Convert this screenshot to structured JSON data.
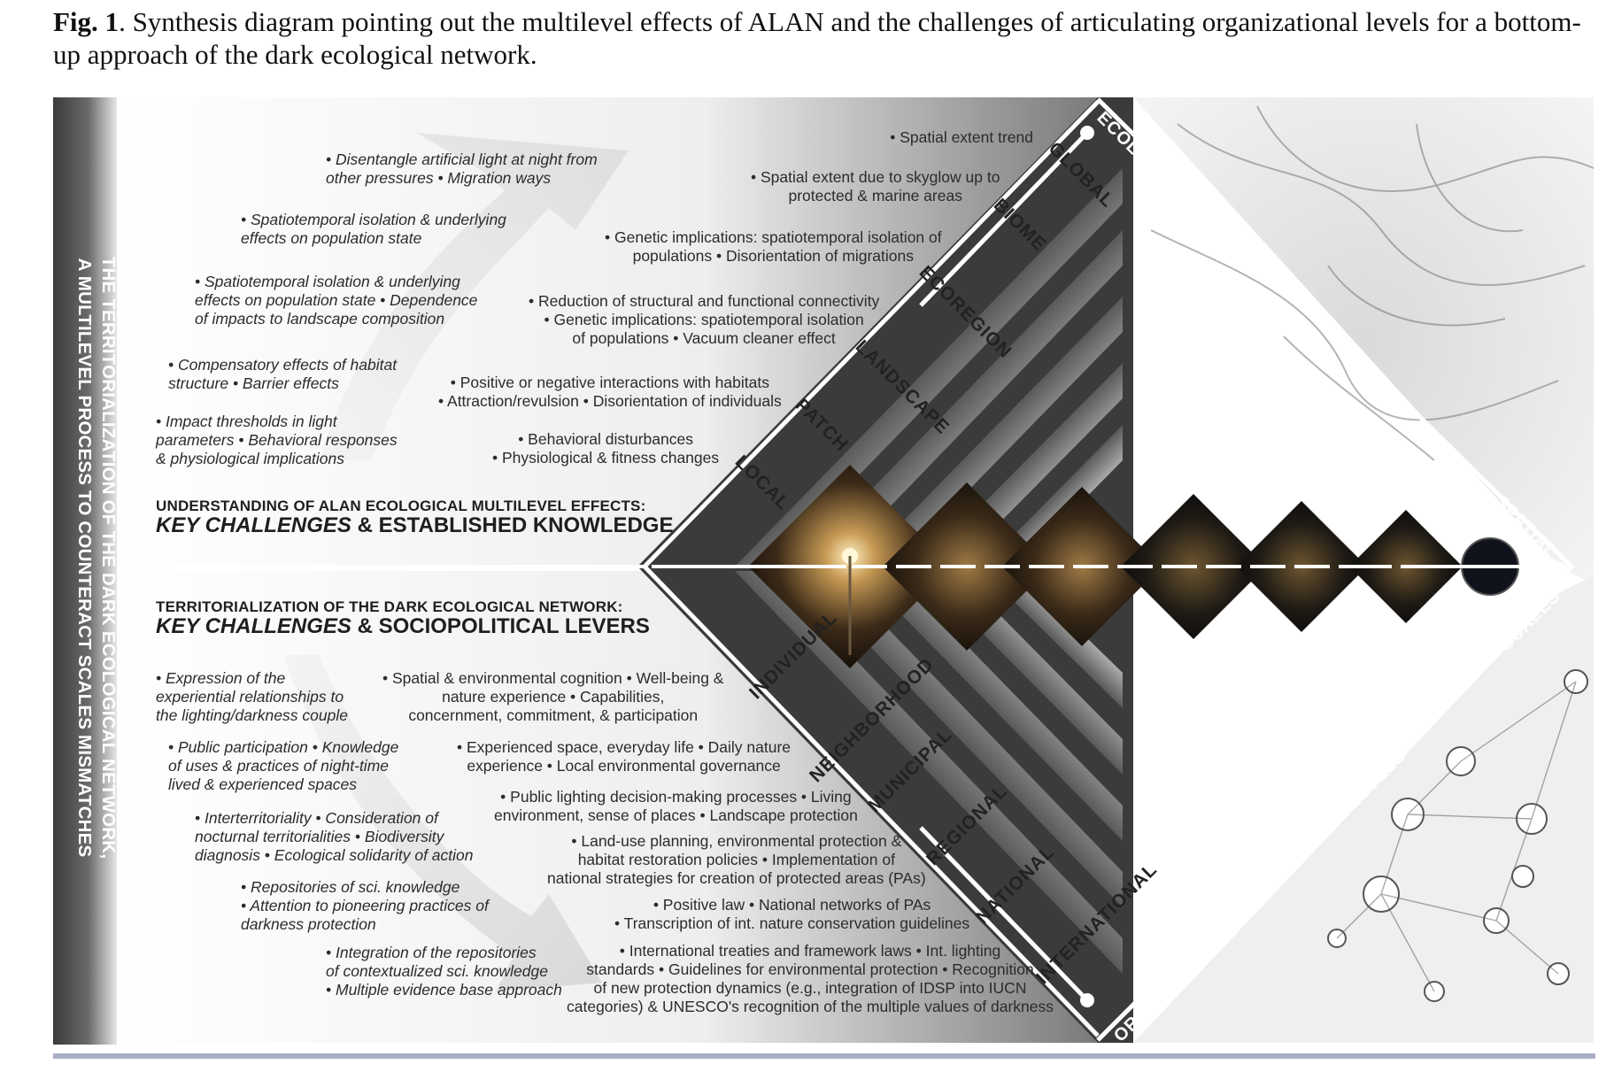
{
  "caption": {
    "label": "Fig. 1",
    "text": ". Synthesis diagram pointing out the multilevel effects of ALAN and the challenges of articulating organizational levels for a bottom-up approach of the dark ecological network."
  },
  "side_title": "THE TERRITORIALIZATION OF THE DARK ECOLOGICAL NETWORK, A MULTILEVEL PROCESS TO COUNTERACT SCALES MISMATCHES",
  "axes": {
    "ecological": "ECOLOGICAL LEVELS",
    "spatial_1": "SPATIAL",
    "spatial_2": "SCALES",
    "organizational": "ORGANIZATIONAL & TERRITORIAL LEVELS"
  },
  "ecological_levels": [
    "LOCAL",
    "PATCH",
    "LANDSCAPE",
    "ECOREGION",
    "BIOME",
    "GLOBAL"
  ],
  "territorial_levels": [
    "INDIVIDUAL",
    "NEIGHBORHOOD",
    "MUNICIPAL",
    "REGIONAL",
    "NATIONAL",
    "INTERNATIONAL"
  ],
  "top_section": {
    "heading_small": "UNDERSTANDING OF ALAN ECOLOGICAL MULTILEVEL EFFECTS:",
    "heading_key": "KEY CHALLENGES",
    "heading_rest": " & ESTABLISHED KNOWLEDGE",
    "challenges": [
      "• Disentangle artificial light at night from\nother pressures • Migration ways",
      "• Spatiotemporal isolation & underlying\neffects on population state",
      "• Spatiotemporal isolation & underlying\neffects on population state • Dependence\nof impacts to landscape composition",
      "• Compensatory effects of habitat\nstructure • Barrier effects",
      "• Impact thresholds in light\nparameters • Behavioral responses\n& physiological implications"
    ],
    "knowledge": [
      "• Spatial extent trend",
      "• Spatial extent due to skyglow up to\nprotected & marine areas",
      "• Genetic implications: spatiotemporal isolation of\npopulations • Disorientation of migrations",
      "• Reduction of structural and functional connectivity\n• Genetic implications: spatiotemporal isolation\nof populations • Vacuum cleaner effect",
      "• Positive or negative interactions with habitats\n• Attraction/revulsion • Disorientation of individuals",
      "• Behavioral disturbances\n• Physiological & fitness changes"
    ]
  },
  "bottom_section": {
    "heading_small": "TERRITORIALIZATION OF THE DARK ECOLOGICAL NETWORK:",
    "heading_key": "KEY CHALLENGES",
    "heading_rest": " & SOCIOPOLITICAL LEVERS",
    "challenges": [
      "• Expression of the\nexperiential relationships to\nthe lighting/darkness couple",
      "• Public participation • Knowledge\nof uses & practices of night-time\nlived & experienced spaces",
      "• Interterritoriality • Consideration of\nnocturnal territorialities • Biodiversity\ndiagnosis • Ecological solidarity of action",
      "• Repositories of sci. knowledge\n• Attention to pioneering practices of\ndarkness protection",
      "• Integration of the repositories\nof contextualized sci. knowledge\n• Multiple evidence base approach"
    ],
    "levers": [
      "• Spatial & environmental cognition • Well-being &\nnature experience • Capabilities,\nconcernment, commitment, & participation",
      "• Experienced space, everyday life • Daily nature\nexperience • Local environmental governance",
      "• Public lighting decision-making processes • Living\nenvironment, sense of places • Landscape protection",
      "• Land-use planning, environmental protection &\nhabitat restoration policies • Implementation of\nnational strategies for creation of protected areas (PAs)",
      "• Positive law • National networks of PAs\n• Transcription of int. nature conservation guidelines",
      "• International treaties and framework laws • Int. lighting\nstandards • Guidelines for environmental protection • Recognition\nof new protection dynamics (e.g., integration of IDSP into IUCN\ncategories) & UNESCO's recognition of the multiple values of darkness"
    ]
  }
}
